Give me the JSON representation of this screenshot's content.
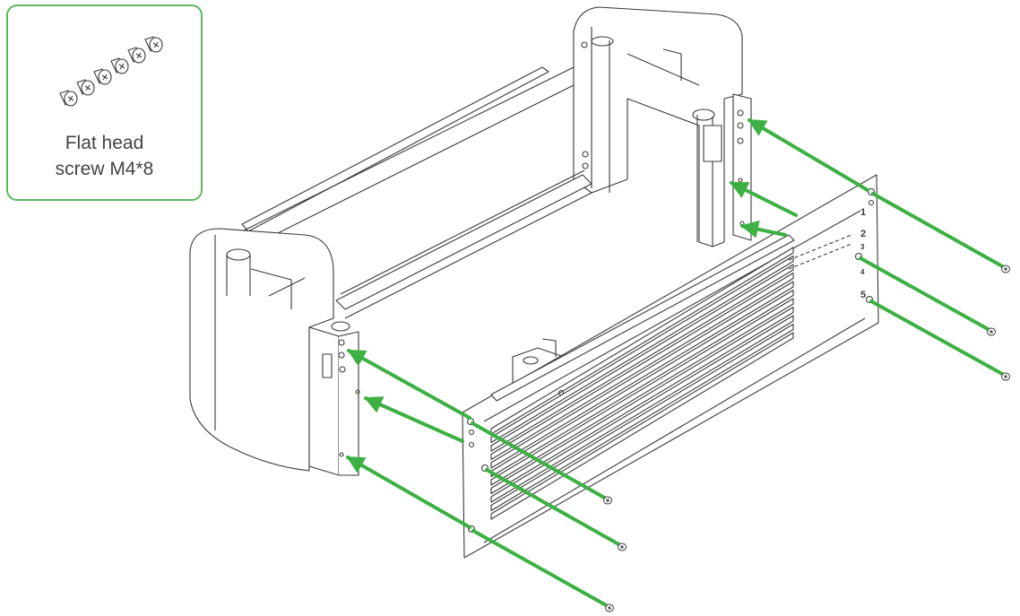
{
  "legend": {
    "icon": "flat-head-screw-icon",
    "quantity": 6,
    "caption_line1": "Flat head",
    "caption_line2": "screw M4*8"
  },
  "panel": {
    "slot_numbers": [
      "1",
      "2",
      "3",
      "4",
      "5"
    ]
  },
  "colors": {
    "arrow": "#3cb043",
    "outline": "#3a3a3a",
    "legend_border": "#5cb85c",
    "caption": "#444444"
  }
}
